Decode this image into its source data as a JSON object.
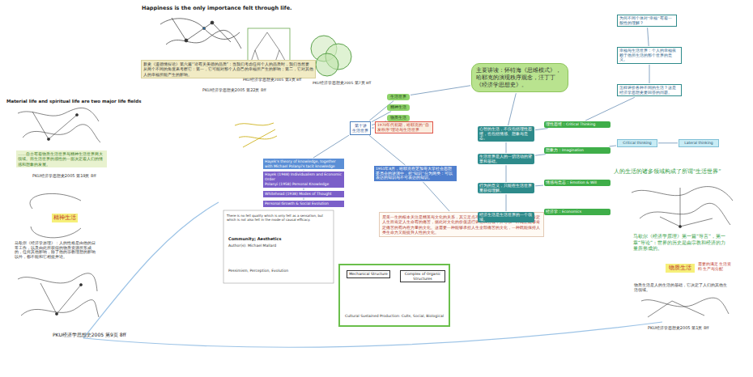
{
  "diagram": {
    "nodes": [
      {
        "text": [
          "新史《道德情操论》第六篇“论有关美德的品质”：当我们考虑任何个人的品质时，我们当然要从两个不同的角度来考察它：第一，它可能对那个人自己的幸福所产生的影响；第二，它对其他人的幸福所能产生的影响。"
        ]
      },
      {
        "text": [
          "……自古有着物质生活世界与精神生活世界两大领域。而生活世界的感性的一面决定着人们的情感和想象的发展。"
        ]
      },
      {
        "text": [
          "精神生活"
        ]
      },
      {
        "text": [
          "第十讲 生活世界"
        ]
      },
      {
        "text": [
          "生活世界"
        ]
      },
      {
        "text": [
          "精神生活"
        ]
      },
      {
        "text": [
          "物质生活"
        ]
      },
      {
        "text": [
          "主要讲读：怀特海《思维模式》，哈耶克的演现秩序观念，汪丁丁《经济学思想史》。"
        ]
      },
      {
        "text": [
          "1970年代初期，哈耶克的“自发秩序”理论与生活世界"
        ]
      },
      {
        "text": [
          "Hayek's theory of knowledge, together with Michael Polanyi's tacit knowledge"
        ]
      },
      {
        "text": [
          "Hayek (1948) Individualism and Economic Order"
        ]
      },
      {
        "text": [
          "Polanyi (1958) Personal Knowledge"
        ]
      },
      {
        "text": [
          "Whitehead (1938) Modes of Thought"
        ]
      },
      {
        "text": [
          "Personal Growth & Social Evolution"
        ]
      },
      {
        "text": [
          "1951年8月，哈耶克在芝加哥大学社会思想委员会的讲演中，把“知识”分为两类：可以表达的知识与不可表达的知识。"
        ]
      },
      {
        "text": [
          "尼采一生的根本关注是精英与文化的关系，其立足点不是回避或消除精英，而是为了肯定人生而肯定人生命有的痛苦，据此对文化的价值进行评估和分级，并寻求一种真正能够肯定痛苦的有内在力量的文化。这需要一种能够承担人生全部痛苦的文化，一种既能保持人类生命力又能提升人性的文化。"
        ]
      },
      {
        "text": [
          "心智的生活，不仅包括理性思维，也包括情感、想象与意志。"
        ]
      },
      {
        "text": [
          "生活世界是人的一切活动的背景和基础。"
        ]
      },
      {
        "text": [
          "行为的意义，只能在生活世界里获得理解。"
        ]
      },
      {
        "text": [
          "经济生活是生活世界的一个领域。"
        ]
      },
      {
        "text": [
          "理性思维：Critical Thinking"
        ]
      },
      {
        "text": [
          "想象力：Imagination"
        ]
      },
      {
        "text": [
          "情感与意志：Emotion & Will"
        ]
      },
      {
        "text": [
          "经济学：Economics"
        ]
      },
      {
        "text": [
          "为何不同个体对“幸福”有着一般性的理解？"
        ]
      },
      {
        "text": [
          "幸福与生活世界：个人的幸福依赖于他所生活的那个世界的意义。"
        ]
      },
      {
        "text": [
          "怎样评价各种不同的生活？这是经济学思想史要回答的问题。"
        ]
      },
      {
        "text": [
          "Critical thinking"
        ]
      },
      {
        "text": [
          "Lateral thinking"
        ]
      },
      {
        "text": [
          "物质生活"
        ]
      },
      {
        "text": [
          "Cultural Sustained Production: Cults, Social, Biological"
        ]
      },
      {
        "text": [
          "Mechanical Structure"
        ],
        "in": 30
      },
      {
        "text": [
          "Complex of Organic Structures"
        ],
        "in": 30
      }
    ],
    "edges": [
      {
        "from": 3,
        "to": 4,
        "arrow": "none"
      },
      {
        "from": 3,
        "to": 5,
        "arrow": "none"
      },
      {
        "from": 3,
        "to": 6,
        "arrow": "none"
      },
      {
        "from": 4,
        "to": 7,
        "arrow": "none"
      },
      {
        "from": 3,
        "to": 8,
        "arrow": "none"
      },
      {
        "from": 3,
        "to": 14,
        "arrow": "none"
      },
      {
        "from": 3,
        "to": 9,
        "arrow": "none"
      },
      {
        "from": 9,
        "to": 10,
        "arrow": "none"
      },
      {
        "from": 10,
        "to": 11,
        "arrow": "none"
      },
      {
        "from": 11,
        "to": 12,
        "arrow": "none"
      },
      {
        "from": 12,
        "to": 13,
        "arrow": "none"
      },
      {
        "from": 14,
        "to": 15,
        "arrow": "none"
      },
      {
        "from": 7,
        "to": 16,
        "arrow": "none"
      },
      {
        "from": 16,
        "to": 17,
        "arrow": "none"
      },
      {
        "from": 17,
        "to": 18,
        "arrow": "none"
      },
      {
        "from": 18,
        "to": 19,
        "arrow": "none"
      },
      {
        "from": 16,
        "to": 20,
        "arrow": "none"
      },
      {
        "from": 17,
        "to": 21,
        "arrow": "none"
      },
      {
        "from": 18,
        "to": 22,
        "arrow": "none"
      },
      {
        "from": 19,
        "to": 23,
        "arrow": "none"
      },
      {
        "from": 20,
        "to": 26,
        "arrow": "none"
      },
      {
        "from": 26,
        "to": 25,
        "arrow": "none"
      },
      {
        "from": 25,
        "to": 24,
        "arrow": "none"
      },
      {
        "from": 21,
        "to": 27,
        "arrow": "none"
      },
      {
        "from": 27,
        "to": 28,
        "arrow": "none"
      }
    ],
    "labels": [
      "Happiness is the only importance felt through life.",
      "PKU经济学思想史2005 第22页 8ff",
      "Material life and spiritual life are two major life fields",
      "PKU经济学思想史2005 第19页 8ff",
      "马歇尔《经济学原理》：人的性格是由他的日常工作，以及由此所获得的物质资源所形成的，任何其他影响，除了他的宗教理想的影响以外，都不能和它相提并论。",
      "PKU经济学思想史2005 第9页 8ff",
      "PKU经济学思想史2005 第3页 8ff",
      "PKU经济学思想史2005 第7页 8ff",
      "人的生活的诸多领域构成了所谓“生活世界”",
      "马歇尔《经济学原理》第一篇“导言”，第一章“导论”：世界的历史是由宗教和经济的力量所形成的。",
      "需要的满足 生活资料 生产与分配",
      "物质生活是人的生活的基础，它决定了人们的其他生活领域。",
      "PKU经济学思想史2005 第1页 8ff",
      "There is no felt quality which is only felt as a sensation, but which is not also felt in the mode of causal efficacy.",
      "Community; Aesthetics",
      "Author(s): Michael Mallard",
      "Pessimism, Perception, Evolution"
    ]
  }
}
